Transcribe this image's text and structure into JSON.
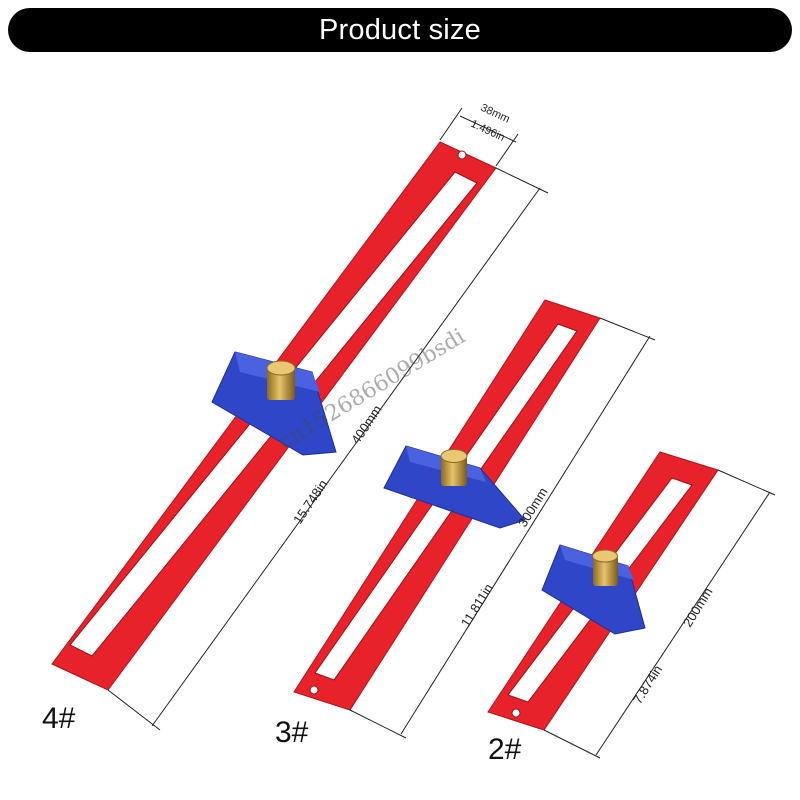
{
  "header": {
    "title": "Product size"
  },
  "rulers": [
    {
      "label": "4#",
      "length_mm": "400mm",
      "length_in": "15.748in",
      "width_mm": "38mm",
      "width_in": "1.496in"
    },
    {
      "label": "3#",
      "length_mm": "300mm",
      "length_in": "11.811in"
    },
    {
      "label": "2#",
      "length_mm": "200mm",
      "length_in": "7.874in"
    }
  ],
  "watermark": "cn1526866099bsdi",
  "colors": {
    "ruler": "#e8222a",
    "ruler_dark": "#b3131b",
    "block": "#2f46c8",
    "knob": "#c9a13c",
    "title_bar": "#000000"
  }
}
